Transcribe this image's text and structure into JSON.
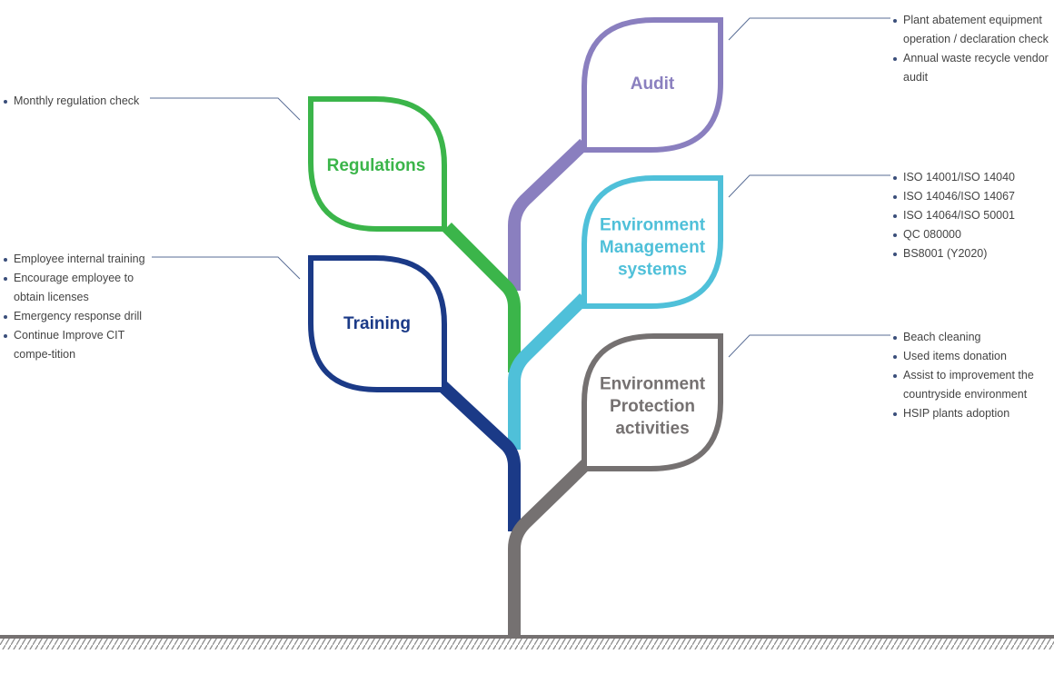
{
  "colors": {
    "regulations": "#3bb54a",
    "training": "#1b3a87",
    "audit": "#8a7fbf",
    "ems": "#4fc0d9",
    "protection": "#757171",
    "connector": "#5a6e96"
  },
  "leaves": {
    "audit": {
      "title_lines": [
        "Audit"
      ]
    },
    "regulations": {
      "title_lines": [
        "Regulations"
      ]
    },
    "ems": {
      "title_lines": [
        "Environment",
        "Management",
        "systems"
      ]
    },
    "training": {
      "title_lines": [
        "Training"
      ]
    },
    "protection": {
      "title_lines": [
        "Environment",
        "Protection",
        "activities"
      ]
    }
  },
  "lists": {
    "regulations": [
      "Monthly regulation check"
    ],
    "training": [
      "Employee internal training",
      "Encourage employee to obtain licenses",
      "Emergency response drill",
      "Continue Improve CIT compe-tition"
    ],
    "audit": [
      "Plant abatement equipment operation / declaration check",
      "Annual waste recycle vendor audit"
    ],
    "ems": [
      "ISO 14001/ISO 14040",
      "ISO 14046/ISO 14067",
      "ISO 14064/ISO 50001",
      "QC 080000",
      "BS8001 (Y2020)"
    ],
    "protection": [
      "Beach cleaning",
      "Used items donation",
      "Assist to improvement the countryside environment",
      "HSIP plants adoption"
    ]
  }
}
